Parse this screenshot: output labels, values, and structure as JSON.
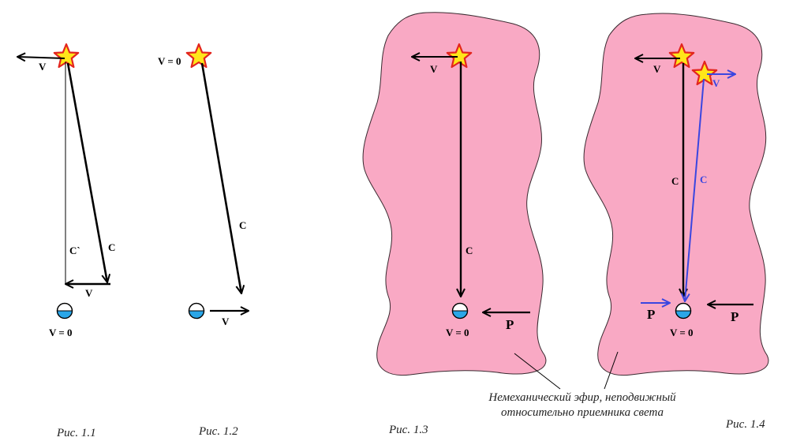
{
  "colors": {
    "ether_fill": "#f9a9c4",
    "ether_edge": "#3a2a30",
    "star_fill": "#ffe619",
    "star_stroke": "#e3251e",
    "arrow_black": "#000000",
    "arrow_blue": "#3a46e0",
    "receiver_water": "#2aa6e8"
  },
  "figures": {
    "fig1": {
      "caption": "Рис. 1.1",
      "star_velocity": "V",
      "light_vector": "C",
      "apparent_light_vector": "C`",
      "ray_end_velocity": "V",
      "receiver_velocity": "V = 0"
    },
    "fig2": {
      "caption": "Рис. 1.2",
      "star_velocity": "V = 0",
      "light_vector": "C",
      "receiver_velocity": "V"
    },
    "fig3": {
      "caption": "Рис. 1.3",
      "star_velocity": "V",
      "light_vector": "C",
      "receiver_velocity": "V = 0",
      "pressure_label": "P"
    },
    "fig4": {
      "caption": "Рис. 1.4",
      "star_velocity": "V",
      "light_vector": "C",
      "moving_star_velocity": "V",
      "moving_light_vector": "C",
      "receiver_velocity": "V = 0",
      "pressure_left": "P",
      "pressure_right": "P"
    }
  },
  "ether_note": {
    "line1": "Немеханический эфир, неподвижный",
    "line2": "относительно приемника света"
  }
}
